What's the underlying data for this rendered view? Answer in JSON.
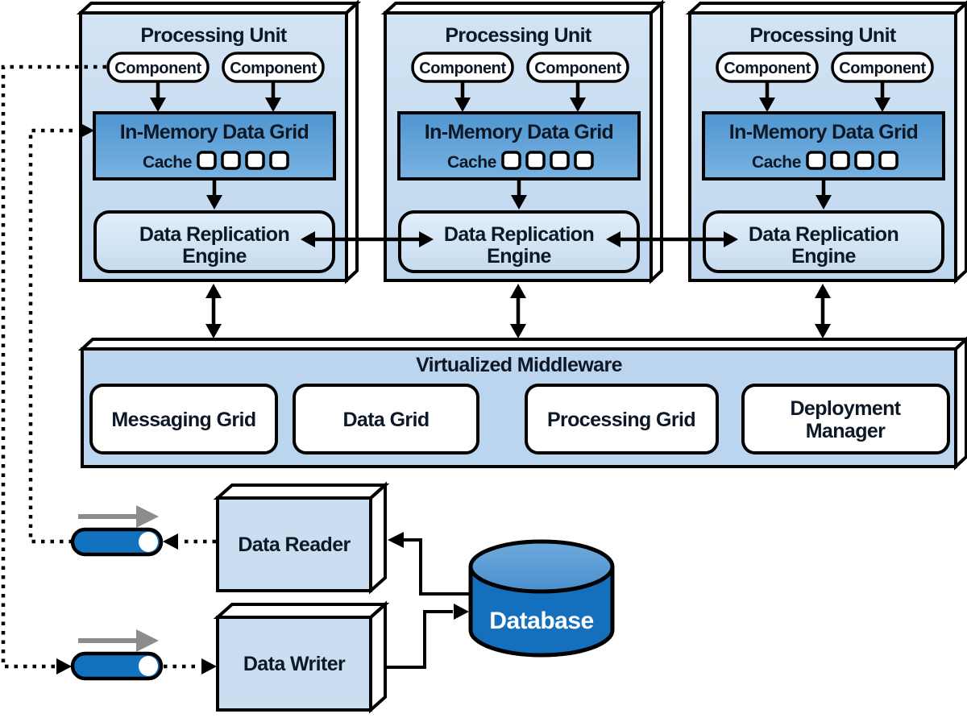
{
  "diagram": {
    "background": "#ffffff",
    "units": [
      {
        "title": "Processing Unit",
        "components": [
          {
            "label": "Component"
          },
          {
            "label": "Component"
          }
        ],
        "grid": {
          "title": "In-Memory Data Grid",
          "cache_label": "Cache",
          "cache_slots": 4
        },
        "engine": {
          "line1": "Data Replication",
          "line2": "Engine"
        }
      },
      {
        "title": "Processing Unit",
        "components": [
          {
            "label": "Component"
          },
          {
            "label": "Component"
          }
        ],
        "grid": {
          "title": "In-Memory Data Grid",
          "cache_label": "Cache",
          "cache_slots": 4
        },
        "engine": {
          "line1": "Data Replication",
          "line2": "Engine"
        }
      },
      {
        "title": "Processing Unit",
        "components": [
          {
            "label": "Component"
          },
          {
            "label": "Component"
          }
        ],
        "grid": {
          "title": "In-Memory Data Grid",
          "cache_label": "Cache",
          "cache_slots": 4
        },
        "engine": {
          "line1": "Data Replication",
          "line2": "Engine"
        }
      }
    ],
    "middleware": {
      "title": "Virtualized Middleware",
      "boxes": [
        {
          "label": "Messaging Grid"
        },
        {
          "label": "Data Grid"
        },
        {
          "label": "Processing Grid"
        },
        {
          "line1": "Deployment",
          "line2": "Manager"
        }
      ]
    },
    "data_reader": {
      "label": "Data Reader"
    },
    "data_writer": {
      "label": "Data Writer"
    },
    "database": {
      "label": "Database"
    },
    "colors": {
      "unit_fill": "#c9def1",
      "grid_fill_top": "#4f95d0",
      "grid_fill_bottom": "#79b3e1",
      "engine_fill_top": "#e2eefa",
      "engine_fill_bottom": "#c6dbef",
      "middleware_fill": "#bad5ed",
      "database_body": "#1470bd",
      "database_top": "#5b9bd5",
      "queue_blue": "#1272bf",
      "flow_arrow_gray": "#8c8c8c",
      "outline": "#000000",
      "text": "#0c1826"
    }
  }
}
